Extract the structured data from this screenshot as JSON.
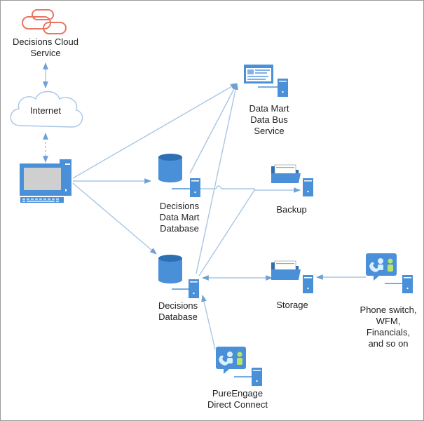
{
  "colors": {
    "edge": "#a9c6e4",
    "icon_fill": "#4a90d9",
    "icon_dark": "#2d6fb3",
    "cloud_service": "#e8755f",
    "cloud_outline": "#a9c6e4",
    "border": "#9a9a9a"
  },
  "nodes": {
    "cloud_service": {
      "icon": "cloud-service-icon",
      "lines": [
        "Decisions Cloud",
        "Service"
      ]
    },
    "internet": {
      "icon": "cloud-icon",
      "lines": [
        "Internet"
      ]
    },
    "workstation": {
      "icon": "desktop-computer-icon",
      "lines": []
    },
    "data_bus": {
      "icon": "web-server-icon",
      "lines": [
        "Data Mart",
        "Data Bus",
        "Service"
      ]
    },
    "data_mart": {
      "icon": "database-server-icon",
      "lines": [
        "Decisions",
        "Data Mart",
        "Database"
      ]
    },
    "backup": {
      "icon": "folder-server-icon",
      "lines": [
        "Backup"
      ]
    },
    "decisions_db": {
      "icon": "database-server-icon",
      "lines": [
        "Decisions",
        "Database"
      ]
    },
    "storage": {
      "icon": "folder-server-icon",
      "lines": [
        "Storage"
      ]
    },
    "phone_switch": {
      "icon": "contact-center-server-icon",
      "lines": [
        "Phone switch,",
        "WFM,",
        "Financials,",
        "and so on"
      ]
    },
    "pureengage": {
      "icon": "contact-center-server-icon",
      "lines": [
        "PureEngage",
        "Direct Connect"
      ]
    }
  }
}
